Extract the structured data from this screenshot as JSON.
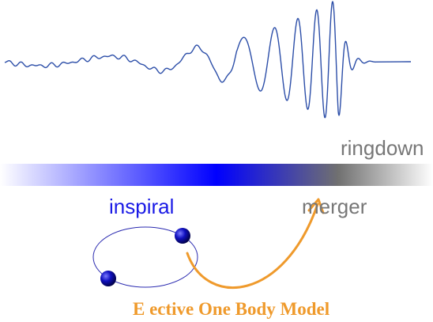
{
  "labels": {
    "ringdown": "ringdown",
    "inspiral": "inspiral",
    "merger": "merger",
    "eob_model": "E  ective One Body Model"
  },
  "colors": {
    "waveform": "#2c4ea8",
    "gradient_band_start": "#ffffff",
    "gradient_band_mid": "#0000ff",
    "gradient_band_end": "#777777",
    "inspiral_text": "#1a1ae6",
    "merger_text": "#777777",
    "ringdown_text": "#777777",
    "orbit": "#2b2bb0",
    "body": "#0a0a9e",
    "eob_arrow": "#ef9a2c"
  }
}
